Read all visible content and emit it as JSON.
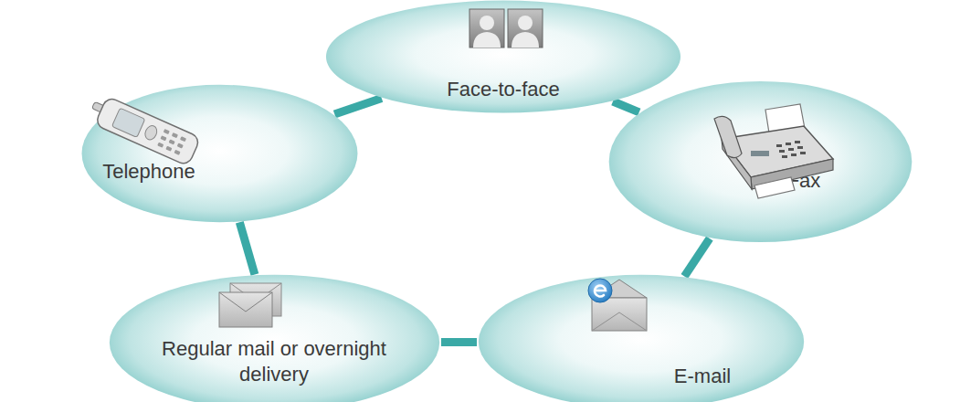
{
  "diagram": {
    "nodes": [
      {
        "text": [
          "Face-to-face"
        ]
      },
      {
        "text": [
          "Telephone"
        ]
      },
      {
        "text": [
          "Fax"
        ]
      },
      {
        "text": [
          "Regular mail or overnight delivery"
        ]
      },
      {
        "text": [
          "E-mail"
        ]
      }
    ],
    "edges": [
      {
        "from": 0,
        "to": 2,
        "arrow": "none"
      },
      {
        "from": 2,
        "to": 4,
        "arrow": "none"
      },
      {
        "from": 4,
        "to": 3,
        "arrow": "none"
      },
      {
        "from": 3,
        "to": 1,
        "arrow": "none"
      },
      {
        "from": 1,
        "to": 0,
        "arrow": "none"
      }
    ]
  }
}
